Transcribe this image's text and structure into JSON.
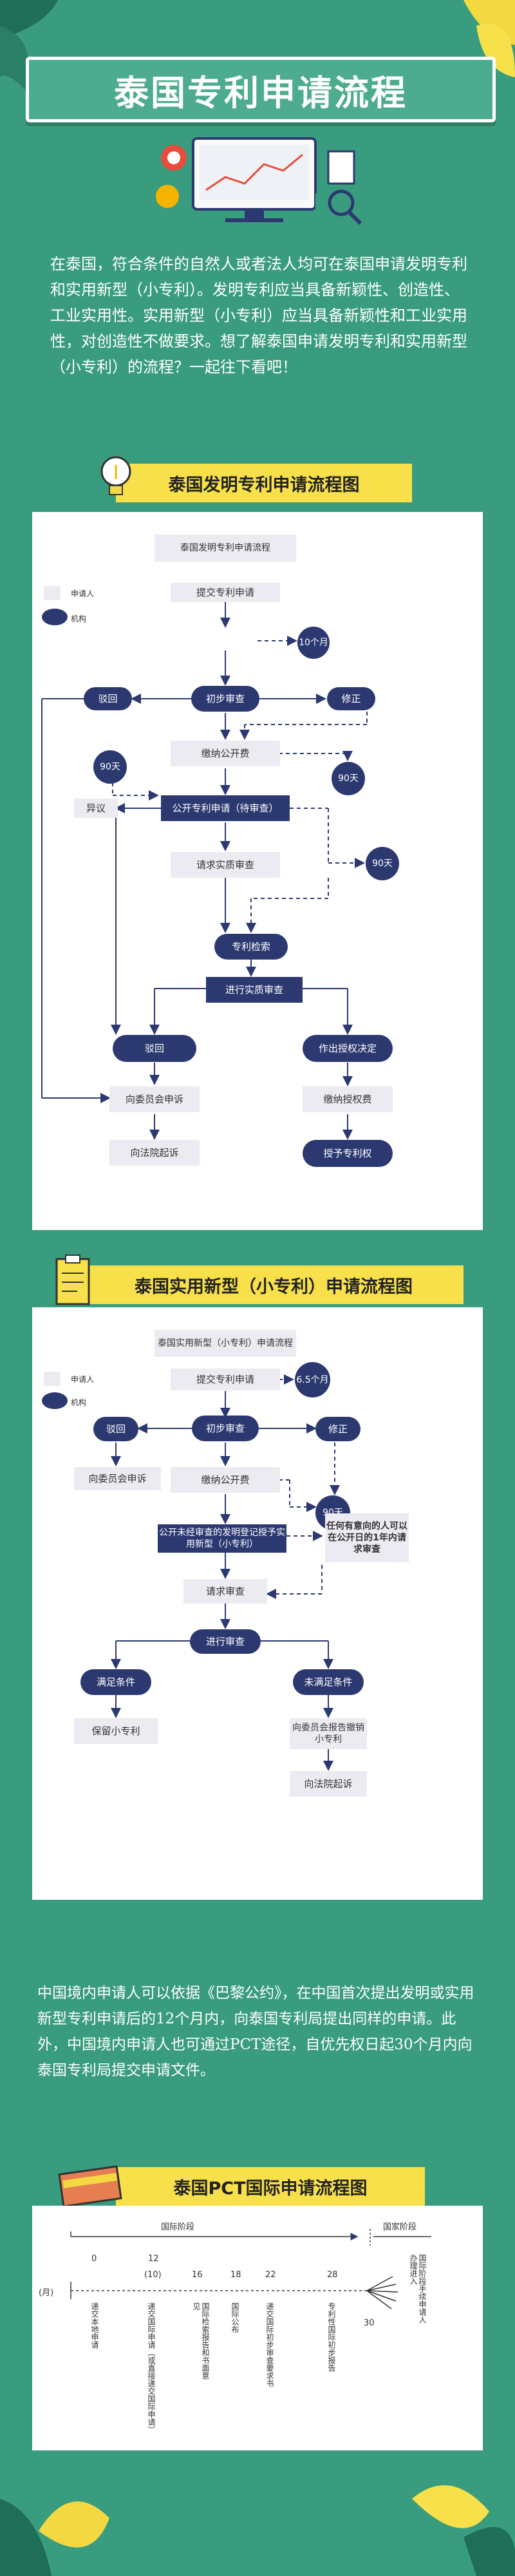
{
  "title": "泰国专利申请流程",
  "intro": "在泰国，符合条件的自然人或者法人均可在泰国申请发明专利和实用新型（小专利）。发明专利应当具备新颖性、创造性、工业实用性。实用新型（小专利）应当具备新颖性和工业实用性，对创造性不做要求。想了解泰国申请发明专利和实用新型（小专利）的流程？一起往下看吧！",
  "section1": {
    "banner": "泰国发明专利申请流程图",
    "flow_title": "泰国发明专利申请流程",
    "legend_applicant": "申请人",
    "legend_agency": "机构",
    "n_submit": "提交专利申请",
    "n_10m": "10个月",
    "n_reject": "驳回",
    "n_prelim": "初步审查",
    "n_amend": "修正",
    "n_fee": "缴纳公开费",
    "n_90a": "90天",
    "n_90b": "90天",
    "n_objection": "异议",
    "n_publish": "公开专利申请（待审查）",
    "n_90c": "90天",
    "n_req_exam": "请求实质审查",
    "n_search": "专利检索",
    "n_subst": "进行实质审查",
    "n_reject2": "驳回",
    "n_grant_decision": "作出授权决定",
    "n_appeal": "向委员会申诉",
    "n_grant_fee": "缴纳授权费",
    "n_court": "向法院起诉",
    "n_grant": "授予专利权"
  },
  "section2": {
    "banner": "泰国实用新型（小专利）申请流程图",
    "flow_title": "泰国实用新型（小专利）申请流程",
    "legend_applicant": "申请人",
    "legend_agency": "机构",
    "n_submit": "提交专利申请",
    "n_65m": "6.5个月",
    "n_reject": "驳回",
    "n_prelim": "初步审查",
    "n_amend": "修正",
    "n_appeal": "向委员会申诉",
    "n_fee": "缴纳公开费",
    "n_90": "90天",
    "n_publish": "公开未经审查的发明登记授予实用新型（小专利）",
    "n_anyone": "任何有意向的人可以在公开日的1年内请求审查",
    "n_req_exam": "请求审查",
    "n_exam": "进行审查",
    "n_meet": "满足条件",
    "n_not_meet": "未满足条件",
    "n_keep": "保留小专利",
    "n_committee": "向委员会报告撤销小专利",
    "n_court": "向法院起诉"
  },
  "para2": "中国境内申请人可以依据《巴黎公约》，在中国首次提出发明或实用新型专利申请后的12个月内，向泰国专利局提出同样的申请。此外，中国境内申请人也可通过PCT途径，自优先权日起30个月内向泰国专利局提交申请文件。",
  "section3": {
    "banner": "泰国PCT国际申请流程图",
    "phase_intl": "国际阶段",
    "phase_national": "国家阶段",
    "month_label": "(月)",
    "ticks": [
      "0",
      "12",
      "(10)",
      "16",
      "18",
      "22",
      "28",
      "30"
    ],
    "texts": [
      "递交本地申请",
      "递交国际申请（或直接递交国际申请）",
      "国际检索报告和书面意见",
      "国际公布",
      "递交国际初步审查要求书",
      "专利性国际初步报告",
      "国际阶段手续申请人办理进入"
    ]
  },
  "colors": {
    "background": "#3a9c7e",
    "node_dark": "#2c3971",
    "node_light": "#ecebf1",
    "banner_yellow": "#f7e04a"
  }
}
